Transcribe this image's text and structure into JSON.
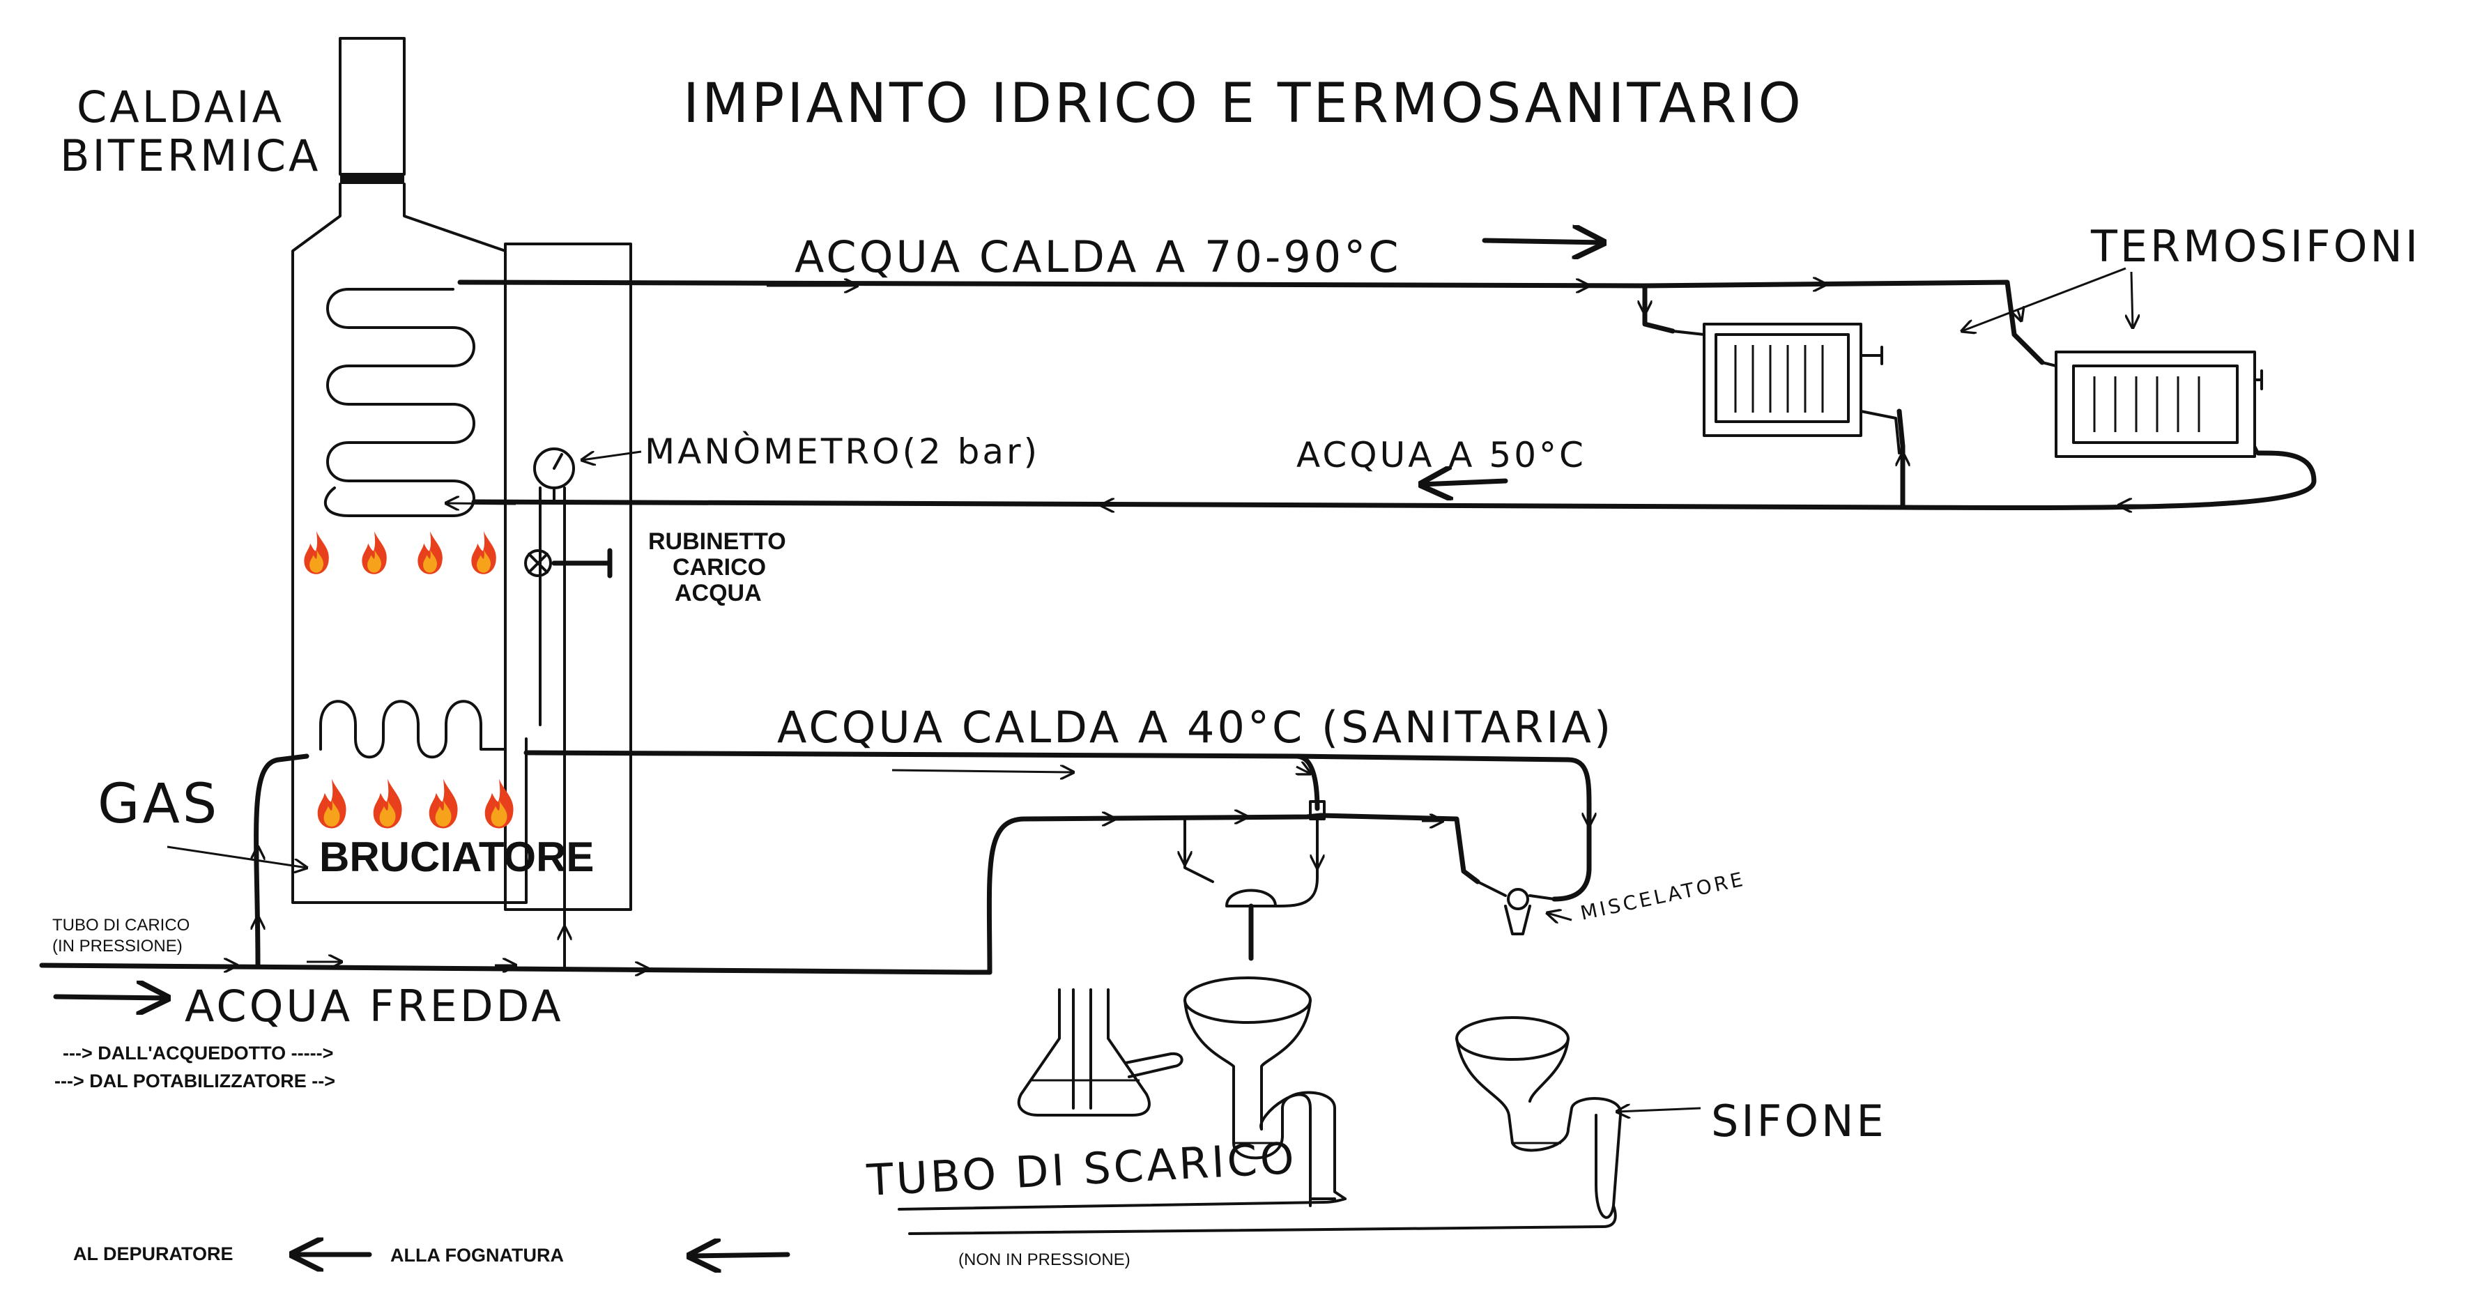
{
  "title": "IMPIANTO IDRICO E TERMOSANITARIO",
  "labels": {
    "boiler_line1": "CALDAIA",
    "boiler_line2": "BITERMICA",
    "hot_water_heating": "ACQUA CALDA A 70-90°C",
    "radiators": "TERMOSIFONI",
    "manometer": "MANÒMETRO(2 bar)",
    "return_water": "ACQUA A 50°C",
    "fill_valve_line1": "RUBINETTO",
    "fill_valve_line2": "CARICO",
    "fill_valve_line3": "ACQUA",
    "hot_water_sanitary": "ACQUA CALDA A 40°C (SANITARIA)",
    "gas": "GAS",
    "burner": "BRUCIATORE",
    "mixer": "MISCELATORE",
    "supply_pipe_line1": "TUBO DI CARICO",
    "supply_pipe_line2": "(IN PRESSIONE)",
    "cold_water": "ACQUA FREDDA",
    "from_aqueduct": "---> DALL'ACQUEDOTTO ----->",
    "from_purifier": "---> DAL POTABILIZZATORE -->",
    "siphon": "SIFONE",
    "drain_pipe": "TUBO DI SCARICO",
    "drain_note": "(NON IN PRESSIONE)",
    "to_purifier_plant": "AL DEPURATORE",
    "to_sewer": "ALLA FOGNATURA"
  },
  "colors": {
    "ink": "#111111",
    "flame_outer": "#e8401c",
    "flame_inner": "#f7a21b"
  },
  "icons": [
    "flame-icon",
    "pressure-gauge-icon",
    "valve-icon",
    "radiator-icon",
    "tap-icon",
    "sink-icon",
    "siphon-icon",
    "flask-icon"
  ]
}
